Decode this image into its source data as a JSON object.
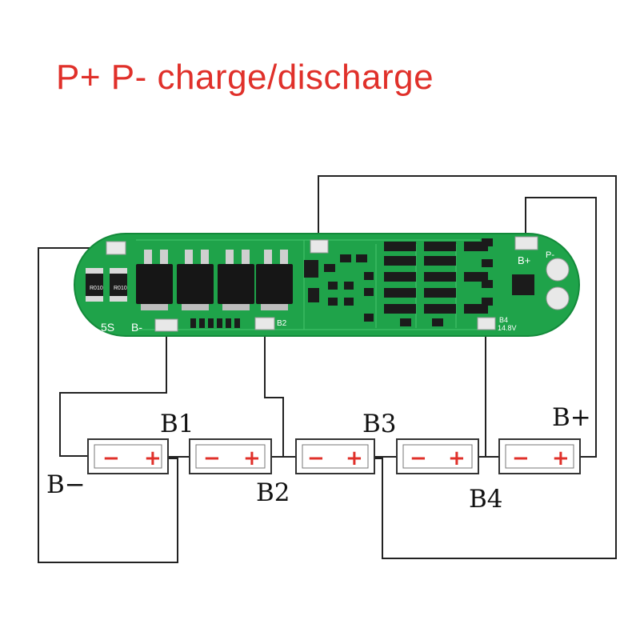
{
  "title": "P+ P- charge/discharge",
  "colors": {
    "title": "#e0302a",
    "pcb": "#1fa34a",
    "wire": "#222222",
    "cell_sign": "#e0302a"
  },
  "pcb": {
    "label_cells": "5S",
    "label_b_minus": "B-",
    "label_b_plus": "B+",
    "label_p_minus": "P-",
    "label_b2": "B2",
    "label_b4": "B4",
    "label_voltage": "14.8V",
    "resistor_label": "R010"
  },
  "labels": {
    "b_minus": "B−",
    "b1": "B1",
    "b2": "B2",
    "b3": "B3",
    "b4": "B4",
    "b_plus": "B+"
  },
  "cells": [
    {
      "minus": "−",
      "plus": "+"
    },
    {
      "minus": "−",
      "plus": "+"
    },
    {
      "minus": "−",
      "plus": "+"
    },
    {
      "minus": "−",
      "plus": "+"
    },
    {
      "minus": "−",
      "plus": "+"
    }
  ]
}
